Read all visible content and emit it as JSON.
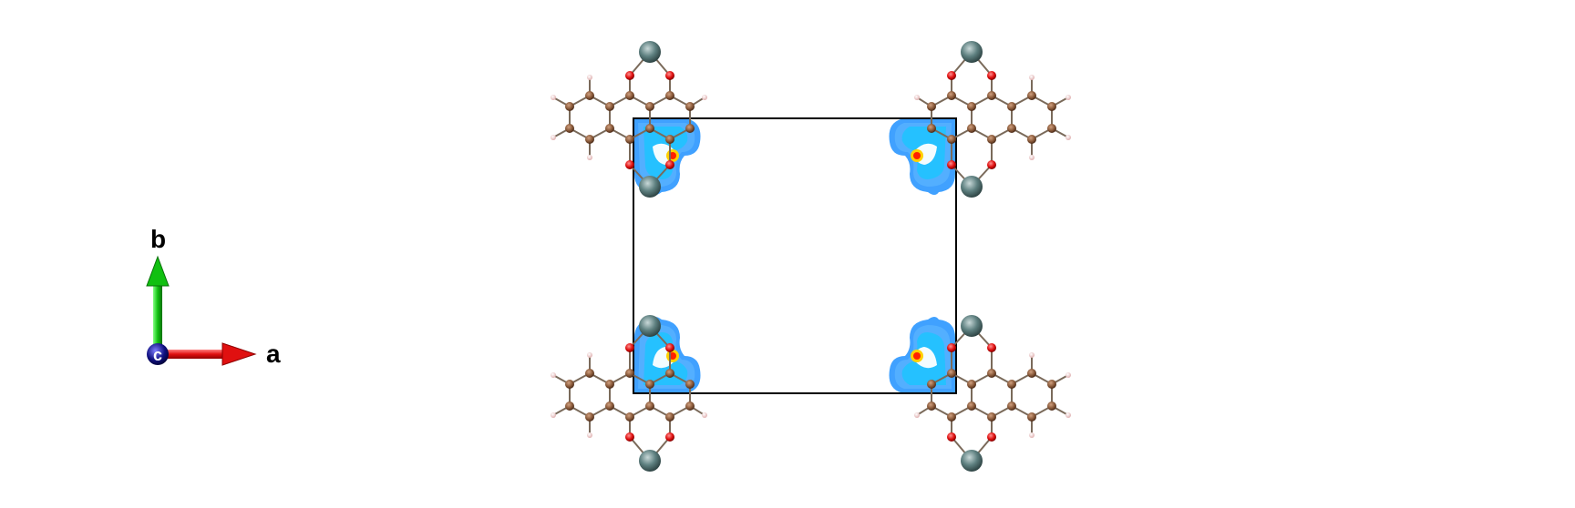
{
  "axes": {
    "a_label": "a",
    "b_label": "b",
    "c_label": "c"
  },
  "colors": {
    "a_axis": "#e01010",
    "b_axis": "#10c010",
    "c_axis": "#101080",
    "cell_edge": "#000000",
    "metal": "#5e8080",
    "oxygen": "#e01010",
    "carbon": "#8a5a3a",
    "hydrogen": "#f5d0d0",
    "density_low": "#1e90ff",
    "density_mid": "#00d0ff",
    "density_high": "#ffd000",
    "density_peak": "#ff2000"
  },
  "icons": {
    "compass": "axis-compass-icon"
  }
}
